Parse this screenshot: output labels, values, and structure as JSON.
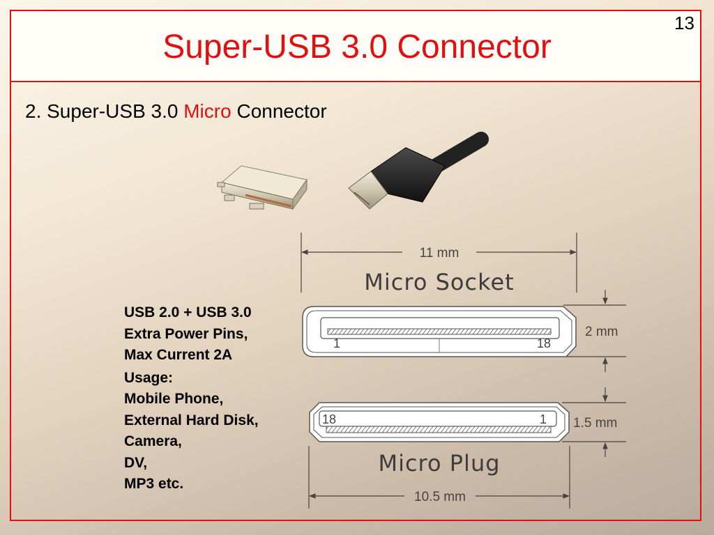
{
  "slide": {
    "title": "Super-USB 3.0 Connector",
    "number": "13",
    "subtitle_prefix": "2. Super-USB 3.0 ",
    "subtitle_highlight": "Micro",
    "subtitle_suffix": " Connector"
  },
  "info": {
    "lines": [
      "USB 2.0 + USB 3.0",
      "Extra Power Pins,",
      "Max Current 2A",
      "Usage:",
      "Mobile Phone,",
      "External Hard Disk,",
      "Camera,",
      "DV,",
      "MP3 etc."
    ]
  },
  "diagram": {
    "socket": {
      "label": "Micro Socket",
      "width_dim": "11 mm",
      "height_dim": "2 mm",
      "pin_left": "1",
      "pin_right": "18"
    },
    "plug": {
      "label": "Micro Plug",
      "width_dim": "10.5 mm",
      "height_dim": "1.5 mm",
      "pin_left": "18",
      "pin_right": "1"
    }
  },
  "colors": {
    "accent_red": "#e01010",
    "text": "#000000",
    "dimension_gray": "#444444"
  }
}
